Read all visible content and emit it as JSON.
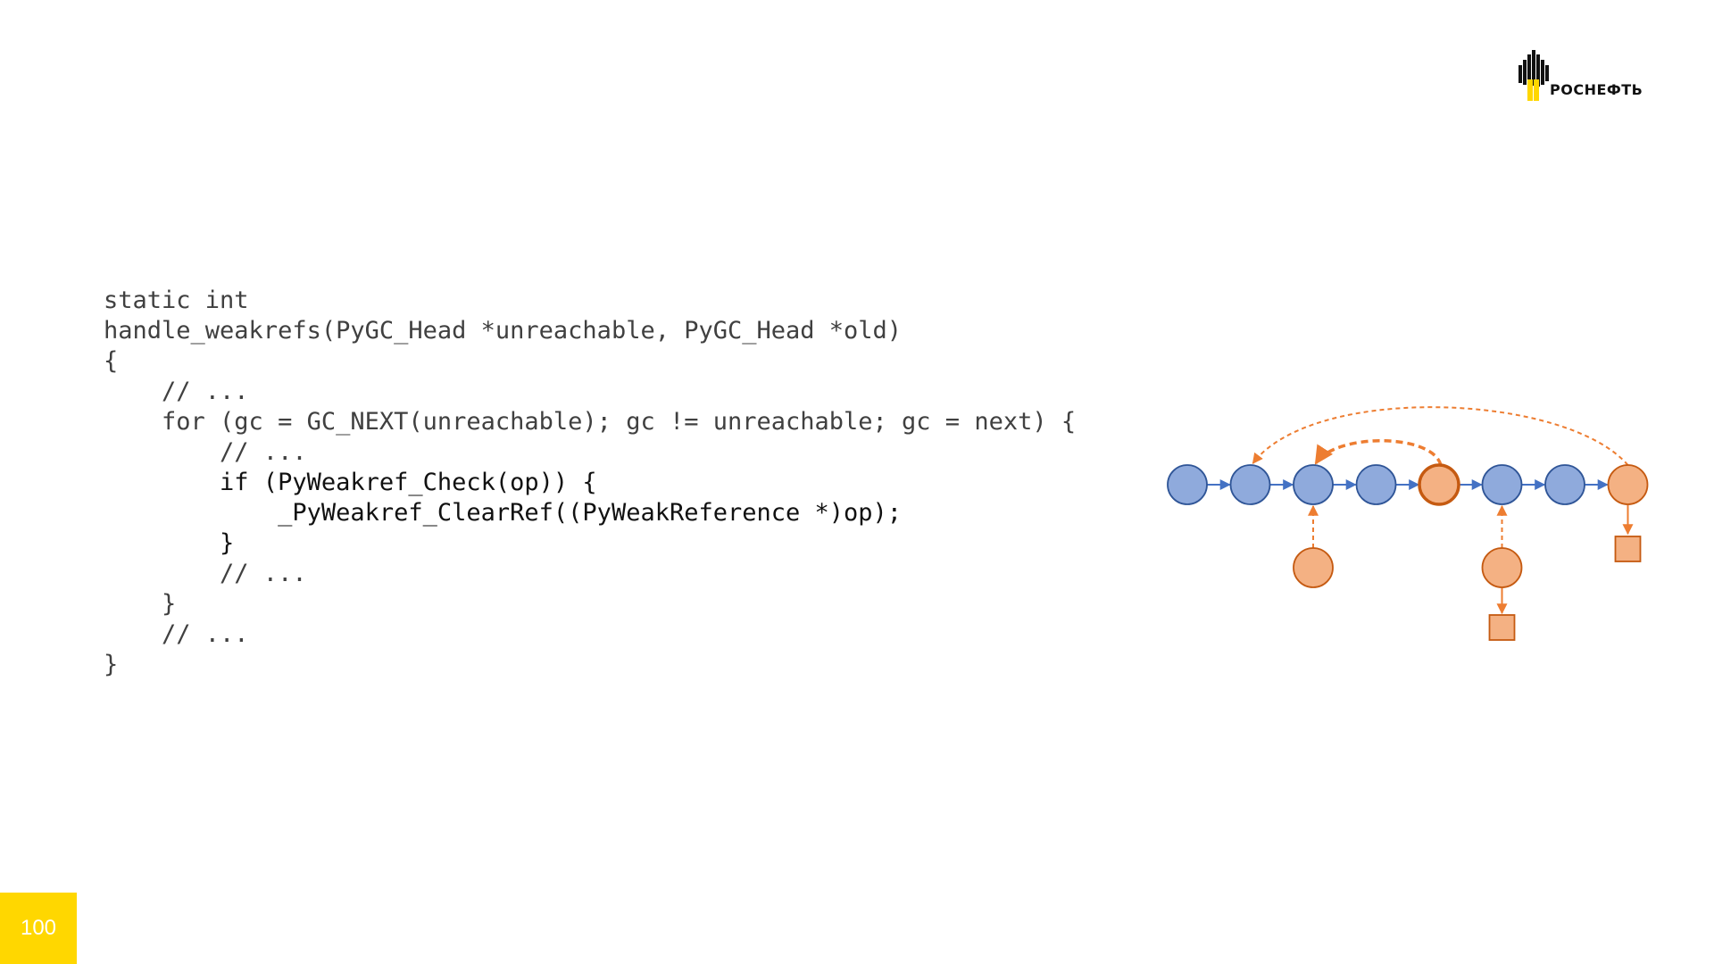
{
  "logo": {
    "text": "РОСНЕФТЬ"
  },
  "code": {
    "lines": [
      {
        "indent": "",
        "text": "static int",
        "emphasis": false
      },
      {
        "indent": "",
        "text": "handle_weakrefs(PyGC_Head *unreachable, PyGC_Head *old)",
        "emphasis": false
      },
      {
        "indent": "",
        "text": "{",
        "emphasis": false
      },
      {
        "indent": "    ",
        "text": "// ...",
        "emphasis": false
      },
      {
        "indent": "    ",
        "text": "for (gc = GC_NEXT(unreachable); gc != unreachable; gc = next) {",
        "emphasis": false
      },
      {
        "indent": "        ",
        "text": "// ...",
        "emphasis": false
      },
      {
        "indent": "        ",
        "text": "if (PyWeakref_Check(op)) {",
        "emphasis": true
      },
      {
        "indent": "            ",
        "text": "_PyWeakref_ClearRef((PyWeakReference *)op);",
        "emphasis": true
      },
      {
        "indent": "        ",
        "text": "}",
        "emphasis": true
      },
      {
        "indent": "        ",
        "text": "// ...",
        "emphasis": false
      },
      {
        "indent": "    ",
        "text": "}",
        "emphasis": false
      },
      {
        "indent": "    ",
        "text": "// ...",
        "emphasis": false
      },
      {
        "indent": "",
        "text": "}",
        "emphasis": false
      }
    ]
  },
  "diagram": {
    "chain": [
      "blue",
      "blue",
      "blue",
      "blue",
      "orange",
      "blue",
      "blue",
      "orange"
    ],
    "colors": {
      "blue_fill": "#8FAADC",
      "blue_stroke": "#2F5597",
      "orange_fill": "#F4B183",
      "orange_stroke": "#C55A11",
      "arrow_blue": "#4472C4",
      "arrow_orange": "#ED7D31"
    }
  },
  "page": {
    "number": "100",
    "accent": "#FFD700"
  }
}
